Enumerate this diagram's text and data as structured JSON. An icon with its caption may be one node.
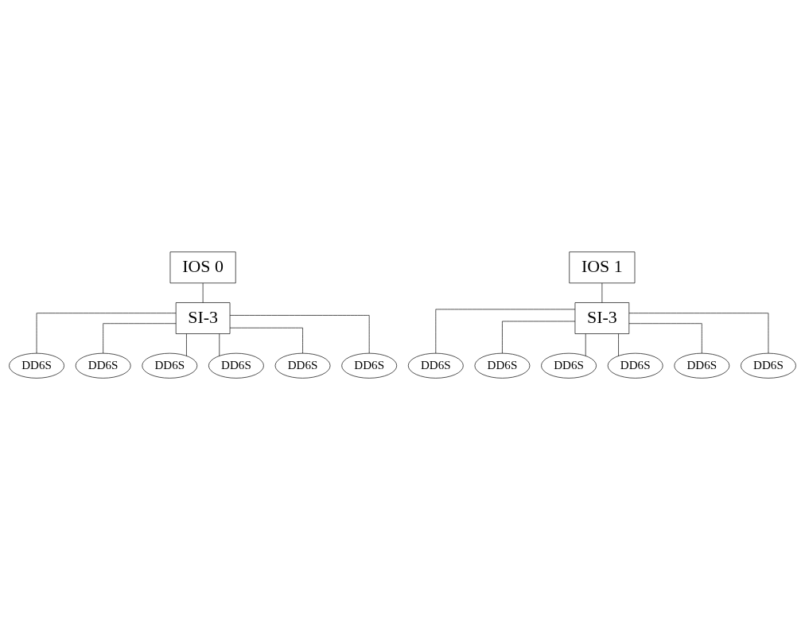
{
  "diagram": {
    "nodes": [
      {
        "text": [
          "IOS 0"
        ]
      },
      {
        "text": [
          "SI-3"
        ]
      },
      {
        "text": [
          "DD6S"
        ]
      },
      {
        "text": [
          "DD6S"
        ]
      },
      {
        "text": [
          "DD6S"
        ]
      },
      {
        "text": [
          "DD6S"
        ]
      },
      {
        "text": [
          "DD6S"
        ]
      },
      {
        "text": [
          "DD6S"
        ]
      },
      {
        "text": [
          "IOS 1"
        ]
      },
      {
        "text": [
          "SI-3"
        ]
      },
      {
        "text": [
          "DD6S"
        ]
      },
      {
        "text": [
          "DD6S"
        ]
      },
      {
        "text": [
          "DD6S"
        ]
      },
      {
        "text": [
          "DD6S"
        ]
      },
      {
        "text": [
          "DD6S"
        ]
      },
      {
        "text": [
          "DD6S"
        ]
      }
    ],
    "edges": [
      {
        "from": 0,
        "to": 1,
        "arrow": "none"
      },
      {
        "from": 1,
        "to": 2,
        "arrow": "none"
      },
      {
        "from": 1,
        "to": 3,
        "arrow": "none"
      },
      {
        "from": 1,
        "to": 4,
        "arrow": "none"
      },
      {
        "from": 1,
        "to": 5,
        "arrow": "none"
      },
      {
        "from": 1,
        "to": 6,
        "arrow": "none"
      },
      {
        "from": 1,
        "to": 7,
        "arrow": "none"
      },
      {
        "from": 8,
        "to": 9,
        "arrow": "none"
      },
      {
        "from": 9,
        "to": 10,
        "arrow": "none"
      },
      {
        "from": 9,
        "to": 11,
        "arrow": "none"
      },
      {
        "from": 9,
        "to": 12,
        "arrow": "none"
      },
      {
        "from": 9,
        "to": 13,
        "arrow": "none"
      },
      {
        "from": 9,
        "to": 14,
        "arrow": "none"
      },
      {
        "from": 9,
        "to": 15,
        "arrow": "none"
      }
    ]
  }
}
